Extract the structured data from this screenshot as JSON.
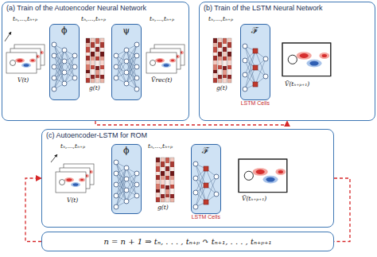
{
  "diagram": {
    "nodes": [
      {
        "text": [
          "(a) Train of the Autoencoder Neural Network"
        ]
      },
      {
        "text": [
          "ϕ"
        ],
        "in": 0
      },
      {
        "text": [
          "ψ"
        ],
        "in": 0
      },
      {
        "text": [
          "(b) Train of the LSTM Neural Network"
        ]
      },
      {
        "text": [
          "ℱ",
          "LSTM Cells"
        ],
        "in": 3
      },
      {
        "text": [
          "(c) Autoencoder-LSTM for ROM"
        ]
      },
      {
        "text": [
          "ϕ"
        ],
        "in": 5
      },
      {
        "text": [
          "ℱ",
          "LSTM Cells"
        ],
        "in": 5
      },
      {
        "text": [
          "n = n + 1 ⇒ tₙ, . . . , tₙ₊ₚ ↷ tₙ₊₁, . . . , tₙ₊ₚ₊₁"
        ]
      }
    ],
    "edges": [
      {
        "from": 0,
        "to": 3,
        "arrow": "to"
      },
      {
        "from": 5,
        "to": 8,
        "arrow": "none"
      },
      {
        "from": 8,
        "to": 5,
        "arrow": "to"
      }
    ],
    "labels": [
      "V(t)",
      "tₙ,...,tₙ₊ₚ",
      "tₙ,...,tₙ₊ₚ",
      "g(t)",
      "tₙ,...,tₙ₊ₚ",
      "Ṽrec(t)",
      "tₙ,...,tₙ₊ₚ",
      "g(t)",
      "Ṽ(tₙ₊ₚ₊₁)",
      "tₙ,...,tₙ₊ₚ",
      "V(t)",
      "tₙ,...,tₙ₊ₚ",
      "g(t)",
      "Ṽ(tₙ₊ₚ₊₁)"
    ]
  }
}
